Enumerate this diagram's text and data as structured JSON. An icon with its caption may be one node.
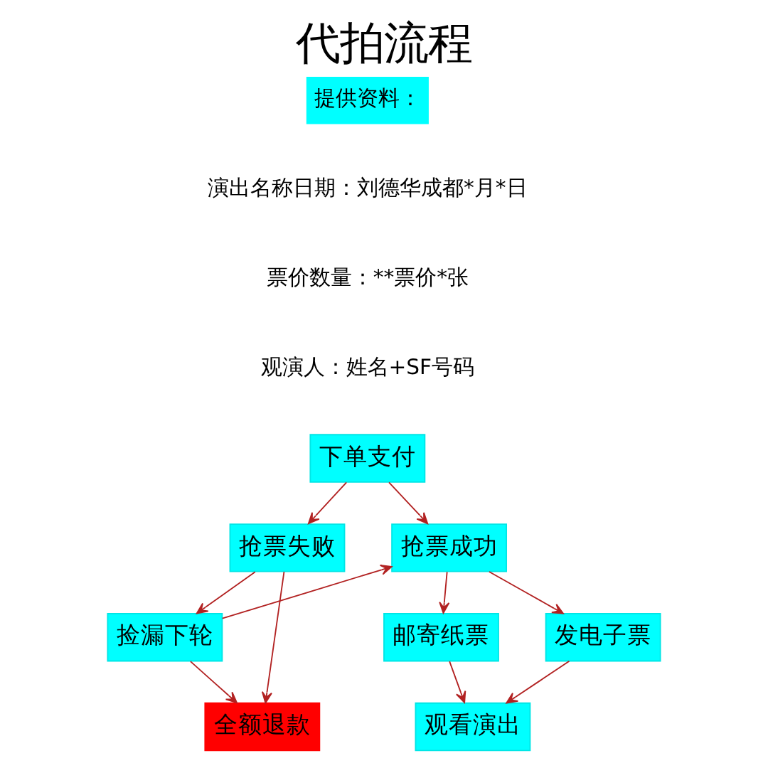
{
  "diagram": {
    "title": "代拍流程",
    "nodes": [
      {
        "text": [
          "下单支付"
        ]
      },
      {
        "text": [
          "抢票失败"
        ]
      },
      {
        "text": [
          "抢票成功"
        ]
      },
      {
        "text": [
          "捡漏下轮"
        ]
      },
      {
        "text": [
          "全额退款"
        ]
      },
      {
        "text": [
          "邮寄纸票"
        ]
      },
      {
        "text": [
          "发电子票"
        ]
      },
      {
        "text": [
          "观看演出"
        ]
      }
    ],
    "edges": [
      {
        "from": 0,
        "to": 1,
        "arrow": "to"
      },
      {
        "from": 0,
        "to": 2,
        "arrow": "to"
      },
      {
        "from": 1,
        "to": 3,
        "arrow": "to"
      },
      {
        "from": 3,
        "to": 2,
        "arrow": "to"
      },
      {
        "from": 3,
        "to": 4,
        "arrow": "to"
      },
      {
        "from": 1,
        "to": 4,
        "arrow": "to"
      },
      {
        "from": 2,
        "to": 5,
        "arrow": "to"
      },
      {
        "from": 2,
        "to": 6,
        "arrow": "to"
      },
      {
        "from": 5,
        "to": 7,
        "arrow": "to"
      },
      {
        "from": 6,
        "to": 7,
        "arrow": "to"
      }
    ],
    "labels": [
      "提供资料：",
      "演出名称日期：刘德华成都*月*日",
      "票价数量：**票价*张",
      "观演人：姓名+SF号码"
    ]
  }
}
